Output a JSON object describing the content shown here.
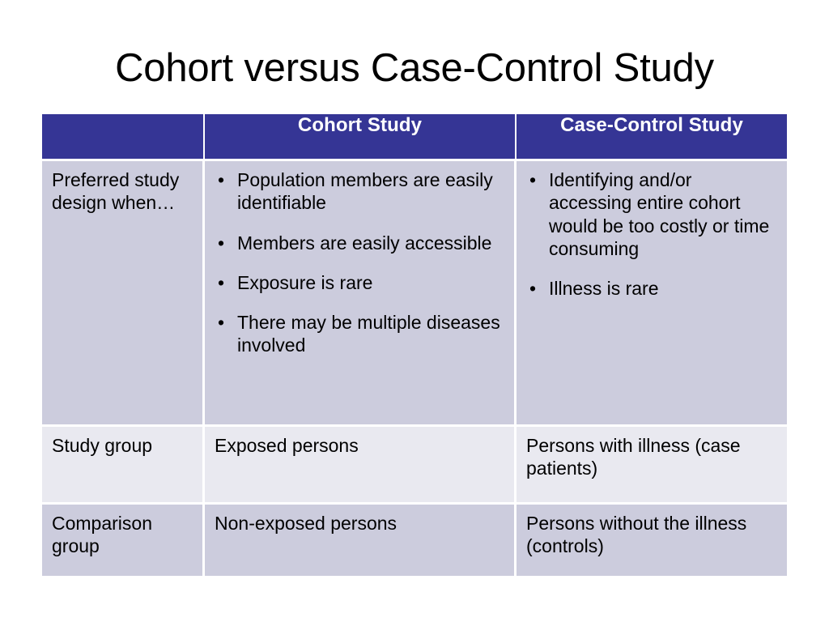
{
  "slide": {
    "title": "Cohort versus Case-Control Study",
    "background_color": "#ffffff",
    "header_color": "#353595",
    "header_text_color": "#ffffff",
    "row_shade_dark": "#ccccdd",
    "row_shade_light": "#e9e9f0",
    "body_text_color": "#000000"
  },
  "table": {
    "headers": {
      "corner": "",
      "cohort": "Cohort Study",
      "case_control": "Case-Control Study"
    },
    "rows": [
      {
        "label": "Preferred study design when…",
        "cohort_bullets": [
          "Population members are easily identifiable",
          "Members are easily accessible",
          "Exposure is rare",
          "There may be multiple diseases involved"
        ],
        "case_bullets": [
          "Identifying and/or accessing entire cohort would be too costly or time consuming",
          "Illness is rare"
        ],
        "bullet_glyph": "•"
      },
      {
        "label": "Study group",
        "cohort_text": "Exposed persons",
        "case_text": "Persons with illness (case patients)"
      },
      {
        "label": "Comparison group",
        "cohort_text": "Non-exposed persons",
        "case_text": "Persons without the illness (controls)"
      }
    ]
  }
}
